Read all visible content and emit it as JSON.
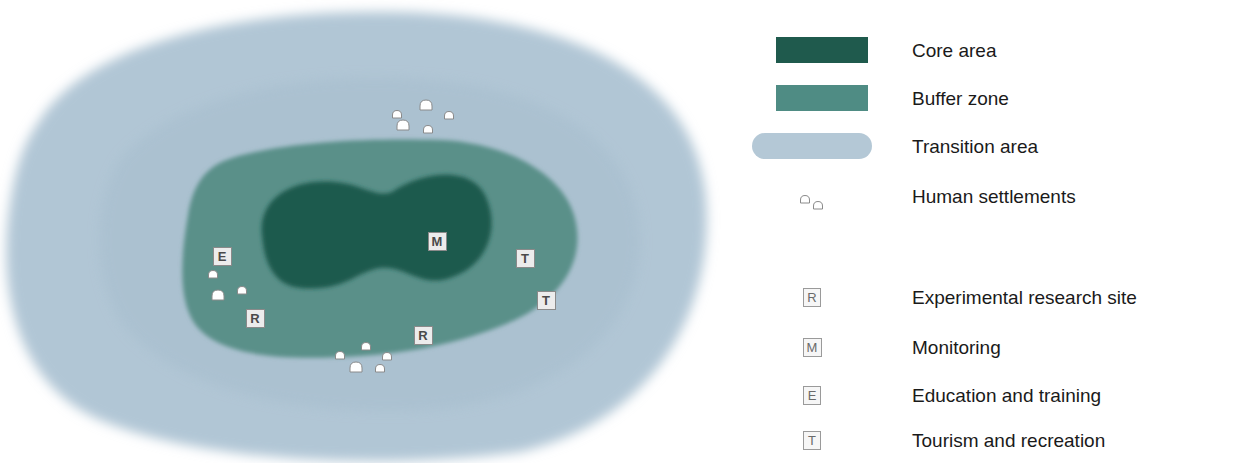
{
  "diagram": {
    "nodes": [
      {
        "text": [
          "M"
        ]
      },
      {
        "text": [
          "E"
        ]
      },
      {
        "text": [
          "T"
        ]
      },
      {
        "text": [
          "T"
        ]
      },
      {
        "text": [
          "R"
        ]
      },
      {
        "text": [
          "R"
        ]
      }
    ],
    "labels": [
      "R",
      "M",
      "E",
      "T"
    ],
    "legend": [
      {
        "text": "Core area",
        "color": "#1f5a4d"
      },
      {
        "text": "Buffer zone",
        "color": "#4f8c84"
      },
      {
        "text": "Transition area",
        "color": "#b4c8d6"
      },
      {
        "text": "Human settlements"
      },
      {
        "text": "Experimental research site"
      },
      {
        "text": "Monitoring"
      },
      {
        "text": "Education and training"
      },
      {
        "text": "Tourism and recreation"
      }
    ]
  }
}
